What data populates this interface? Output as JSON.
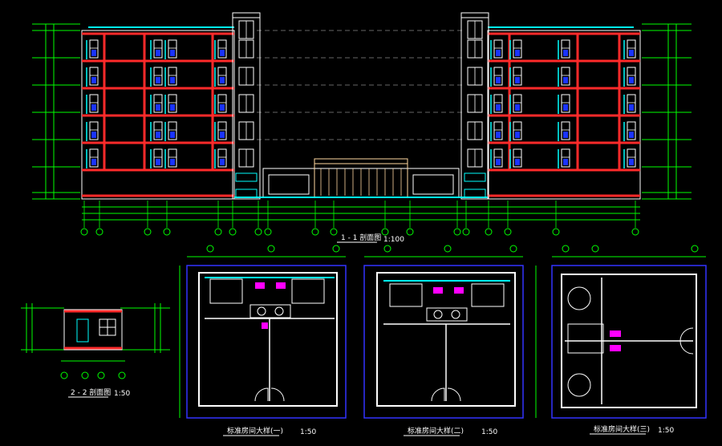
{
  "drawing": {
    "section_1_title": "1 - 1 剖面图",
    "section_1_scale": "1:100",
    "section_2_title": "2 - 2 剖面图",
    "section_2_scale": "1:50",
    "plan_1_title": "标准房间大样(一)",
    "plan_1_scale": "1:50",
    "plan_2_title": "标准房间大样(二)",
    "plan_2_scale": "1:50",
    "plan_3_title": "标准房间大样(三)",
    "plan_3_scale": "1:50"
  },
  "colors": {
    "background": "#000000",
    "slab": "#ff2a2a",
    "wall": "#ffffff",
    "dimension": "#00ff00",
    "glass": "#00ffff",
    "frame": "#3333ff",
    "accent": "#ff00ff",
    "annotation": "#ffff00"
  }
}
